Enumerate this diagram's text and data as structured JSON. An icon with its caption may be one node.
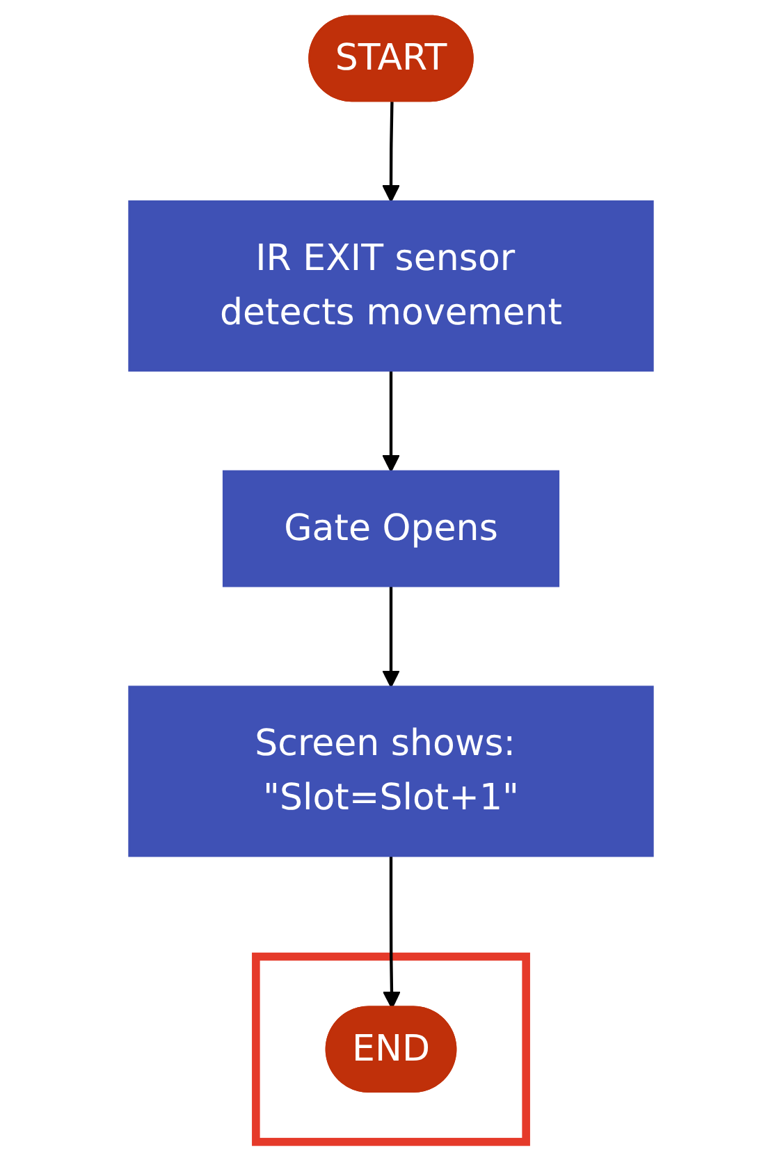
{
  "diagram": {
    "nodes": [
      {
        "text": [
          "START"
        ]
      },
      {
        "text": [
          "IR EXIT sensor detects movement"
        ]
      },
      {
        "text": [
          "Gate Opens"
        ]
      },
      {
        "text": [
          "Screen shows: \"Slot=Slot+1\""
        ]
      },
      {
        "text": [],
        "shape": "box"
      },
      {
        "text": [
          "END"
        ],
        "in": 4
      }
    ],
    "edges": [
      {
        "from": 0,
        "to": 1,
        "arrow": "to"
      },
      {
        "from": 1,
        "to": 2,
        "arrow": "to"
      },
      {
        "from": 2,
        "to": 3,
        "arrow": "to"
      },
      {
        "from": 3,
        "to": 5,
        "arrow": "to"
      }
    ]
  }
}
